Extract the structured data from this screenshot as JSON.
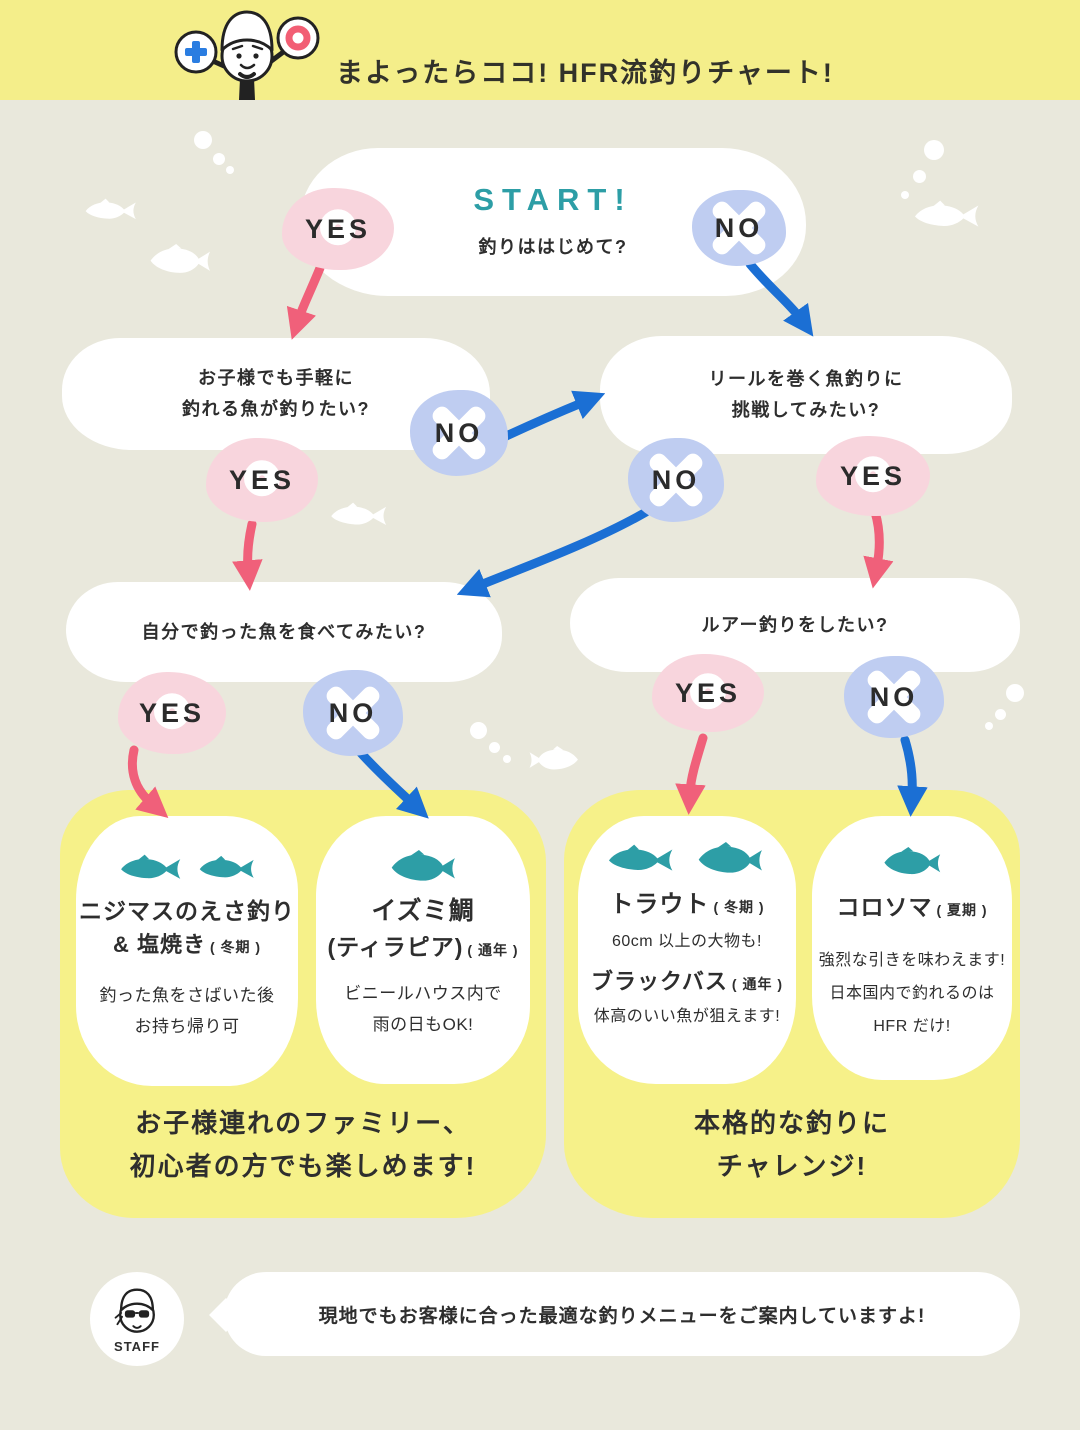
{
  "header": {
    "title": "まよったらココ! HFR流釣りチャート!"
  },
  "start": {
    "label": "START!",
    "question": "釣りははじめて?",
    "yes": "YES",
    "no": "NO"
  },
  "q_kids": {
    "line1": "お子様でも手軽に",
    "line2": "釣れる魚が釣りたい?",
    "yes": "YES",
    "no": "NO"
  },
  "q_reel": {
    "line1": "リールを巻く魚釣りに",
    "line2": "挑戦してみたい?",
    "yes": "YES",
    "no": "NO"
  },
  "q_eat": {
    "text": "自分で釣った魚を食べてみたい?",
    "yes": "YES",
    "no": "NO"
  },
  "q_lure": {
    "text": "ルアー釣りをしたい?",
    "yes": "YES",
    "no": "NO"
  },
  "card_nijimasu": {
    "title1": "ニジマスのえさ釣り",
    "title2": "& 塩焼き",
    "season": "( 冬期 )",
    "desc1": "釣った魚をさばいた後",
    "desc2": "お持ち帰り可"
  },
  "card_izumidai": {
    "title1": "イズミ鯛",
    "title2": "(ティラピア)",
    "season": "( 通年 )",
    "desc1": "ビニールハウス内で",
    "desc2": "雨の日もOK!"
  },
  "card_trout_bass": {
    "title1": "トラウト",
    "season1": "( 冬期 )",
    "desc1": "60cm 以上の大物も!",
    "title2": "ブラックバス",
    "season2": "( 通年 )",
    "desc2": "体高のいい魚が狙えます!"
  },
  "card_colossoma": {
    "title": "コロソマ",
    "season": "( 夏期 )",
    "desc1": "強烈な引きを味わえます!",
    "desc2": "日本国内で釣れるのは",
    "desc3": "HFR だけ!"
  },
  "captions": {
    "family1": "お子様連れのファミリー、",
    "family2": "初心者の方でも楽しめます!",
    "challenge1": "本格的な釣りに",
    "challenge2": "チャレンジ!"
  },
  "staff": {
    "label": "STAFF",
    "message": "現地でもお客様に合った最適な釣りメニューをご案内していますよ!"
  },
  "icons": {
    "mascot": "man-holding-plus-and-circle-signs",
    "yes_mark": "white-circle-ring",
    "no_mark": "white-cross",
    "fish": "fish-silhouette",
    "staff_avatar": "staff-with-hat-and-sunglasses"
  },
  "colors": {
    "header_bg": "#f4ee8a",
    "page_bg": "#e9e8dc",
    "yes_pink": "#f8d5dd",
    "no_blue": "#bfcdf1",
    "arrow_pink": "#f0607a",
    "arrow_blue": "#1b6fd4",
    "teal": "#2d9ea6",
    "yellow_blob": "#f6f189",
    "text_dark": "#2e2e2e"
  }
}
